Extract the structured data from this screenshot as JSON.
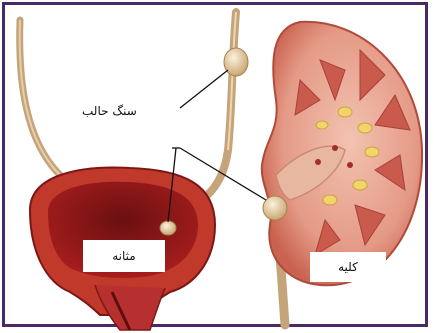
{
  "figure": {
    "labels": {
      "stone": "سنگ حالب",
      "bladder": "مثانه",
      "kidney": "کلیه"
    }
  },
  "colors": {
    "frame": "#4a2a66",
    "kidney_tissue": "#e49a86",
    "kidney_inner": "#d4776a",
    "bladder_wall": "#c0392b",
    "bladder_inner": "#8e1d1d",
    "ureter": "#c6a47a",
    "stone": "#e8d3a8"
  }
}
